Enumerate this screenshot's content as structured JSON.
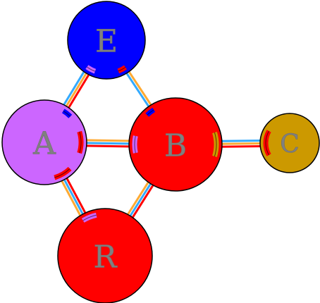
{
  "diagram": {
    "nodes": [
      {
        "id": "E",
        "label": "E",
        "fill": "#0000ff"
      },
      {
        "id": "A",
        "label": "A",
        "fill": "#cc66ff"
      },
      {
        "id": "B",
        "label": "B",
        "fill": "#ff0000"
      },
      {
        "id": "C",
        "label": "C",
        "fill": "#cc9900"
      },
      {
        "id": "R",
        "label": "R",
        "fill": "#ff0000"
      }
    ],
    "edges": [
      {
        "from": "E",
        "to": "A",
        "colors": [
          "#ff0000",
          "#ffaa33",
          "#33aaff"
        ]
      },
      {
        "from": "E",
        "to": "B",
        "colors": [
          "#ffaa33",
          "#33aaff"
        ]
      },
      {
        "from": "A",
        "to": "B",
        "colors": [
          "#ffaa33",
          "#33aaff",
          "#ff0000"
        ]
      },
      {
        "from": "A",
        "to": "R",
        "colors": [
          "#ff0000",
          "#33aaff",
          "#ffaa33"
        ]
      },
      {
        "from": "B",
        "to": "R",
        "colors": [
          "#ff0000",
          "#33aaff",
          "#ffaa33"
        ]
      },
      {
        "from": "B",
        "to": "C",
        "colors": [
          "#33aaff",
          "#ffaa33",
          "#ff0000"
        ]
      }
    ],
    "outline_color": "#000000"
  }
}
